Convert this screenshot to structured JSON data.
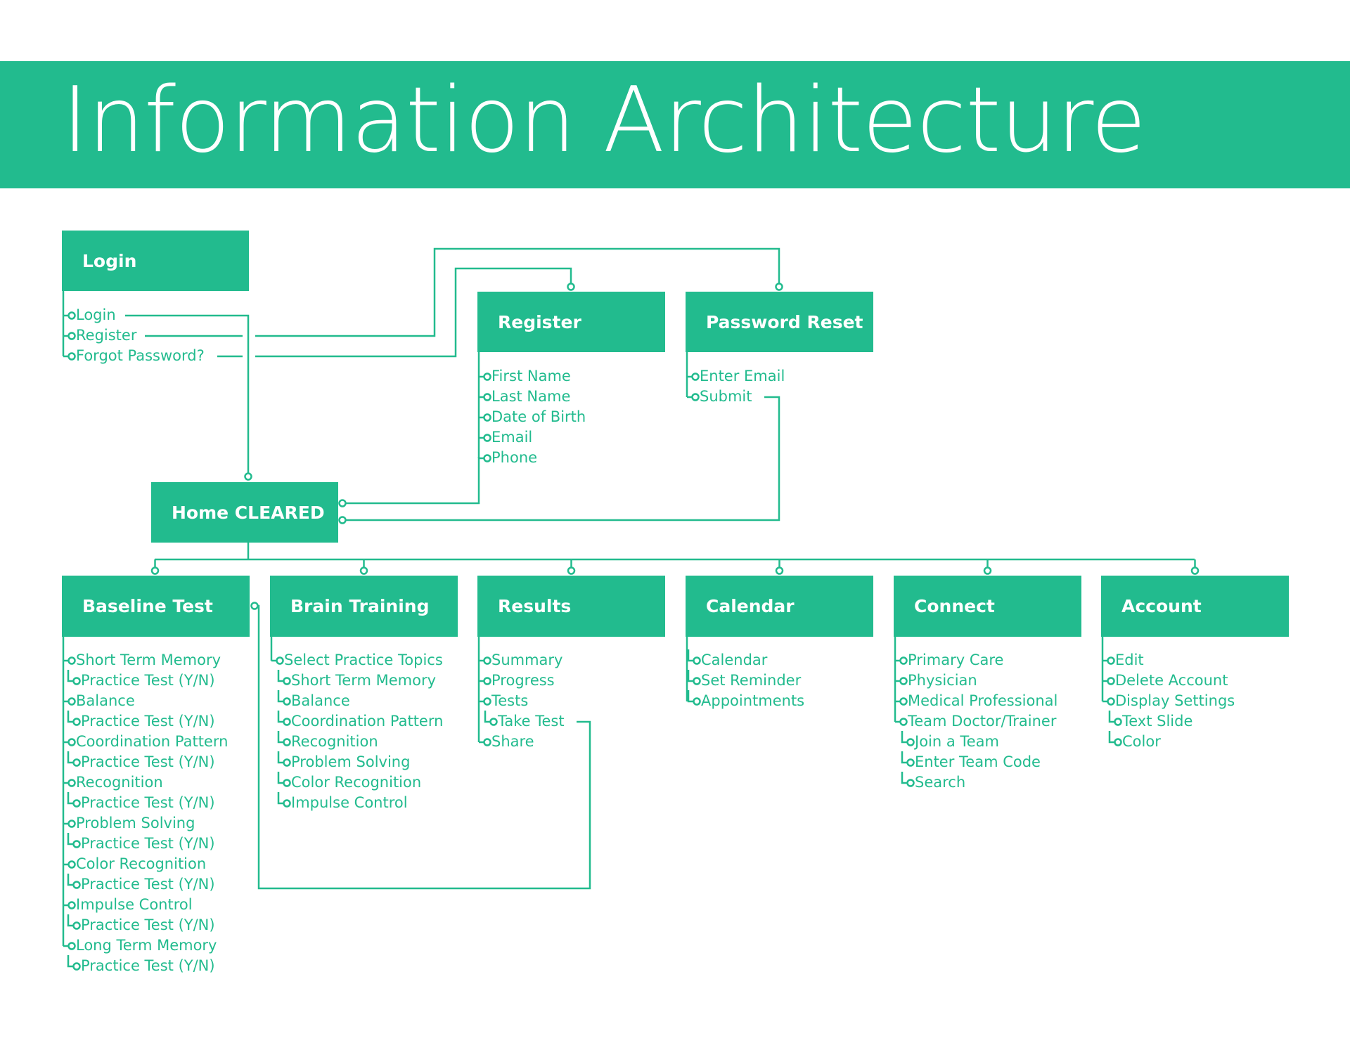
{
  "title": "Information Architecture",
  "colors": {
    "accent": "#22BB8E",
    "background": "#FFFFFF",
    "box_text": "#FFFFFF"
  },
  "boxes": {
    "login": "Login",
    "register": "Register",
    "password_reset": "Password Reset",
    "home": "Home CLEARED",
    "baseline_test": "Baseline Test",
    "brain_training": "Brain Training",
    "results": "Results",
    "calendar": "Calendar",
    "connect": "Connect",
    "account": "Account"
  },
  "lists": {
    "login": [
      "Login",
      "Register",
      "Forgot Password?"
    ],
    "register": [
      "First Name",
      "Last Name",
      "Date of Birth",
      "Email",
      "Phone"
    ],
    "password_reset": [
      "Enter Email",
      "Submit"
    ],
    "baseline_test": [
      "Short Term Memory",
      "Practice Test (Y/N)",
      "Balance",
      "Practice Test (Y/N)",
      "Coordination Pattern",
      "Practice Test (Y/N)",
      "Recognition",
      "Practice Test (Y/N)",
      "Problem Solving",
      "Practice Test (Y/N)",
      "Color Recognition",
      "Practice Test (Y/N)",
      "Impulse Control",
      "Practice Test (Y/N)",
      "Long Term Memory",
      "Practice Test (Y/N)"
    ],
    "brain_training": [
      "Select Practice Topics",
      "Short Term Memory",
      "Balance",
      "Coordination Pattern",
      "Recognition",
      "Problem Solving",
      "Color Recognition",
      "Impulse Control"
    ],
    "results": [
      "Summary",
      "Progress",
      "Tests",
      "Take Test",
      "Share"
    ],
    "calendar": [
      "Calendar",
      "Set Reminder",
      "Appointments"
    ],
    "connect": [
      "Primary Care",
      "Physician",
      "Medical Professional",
      "Team Doctor/Trainer",
      "Join a Team",
      "Enter Team Code",
      "Search"
    ],
    "account": [
      "Edit",
      "Delete Account",
      "Display Settings",
      "Text Slide",
      "Color"
    ]
  }
}
